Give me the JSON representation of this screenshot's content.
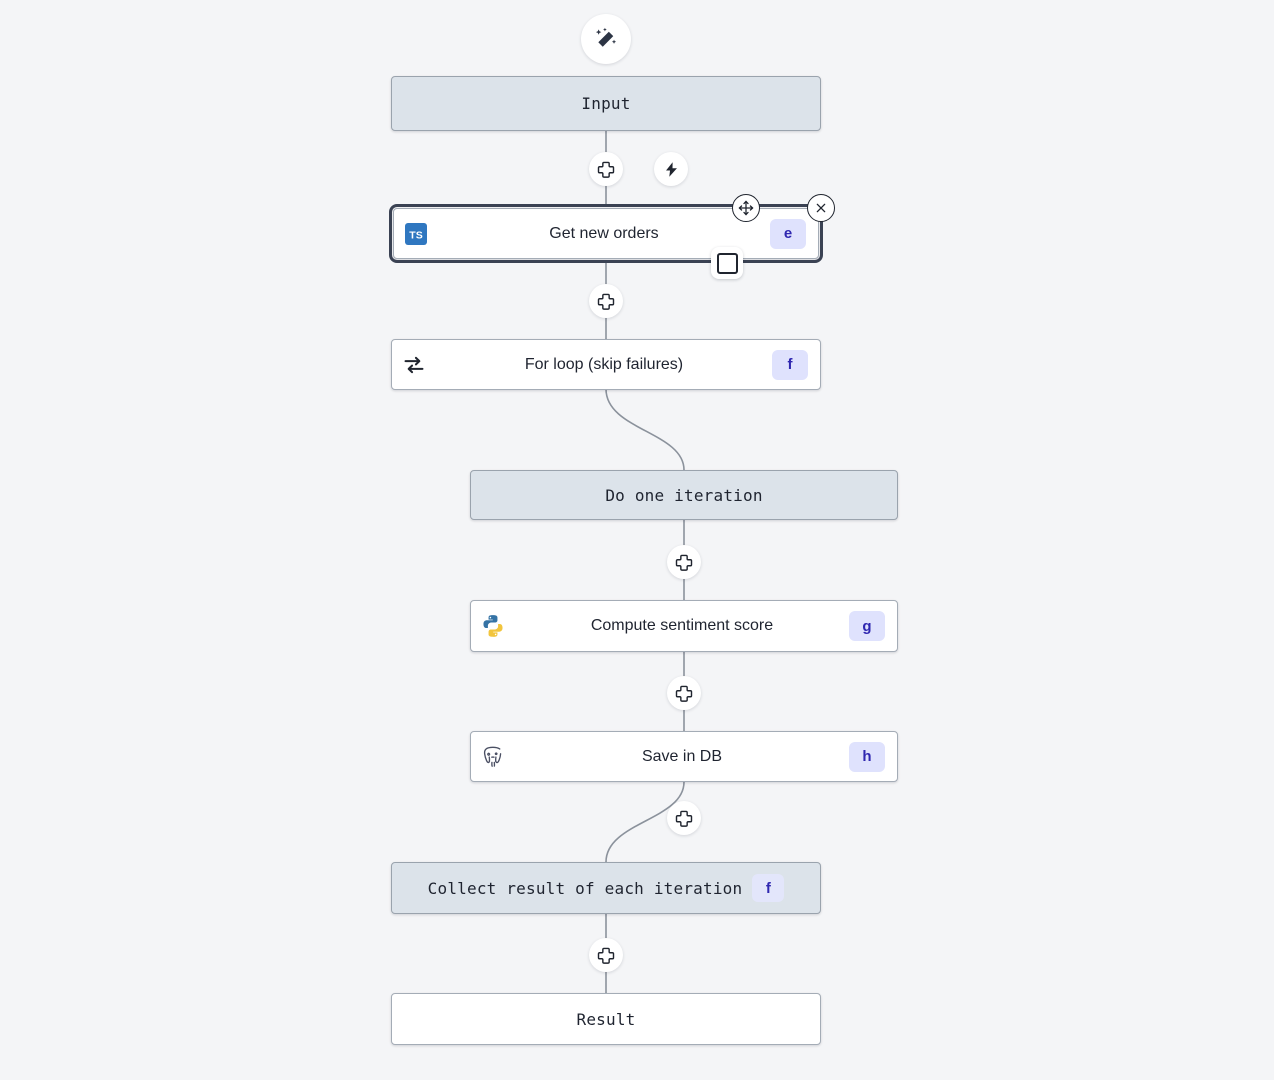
{
  "canvas": {
    "background": "#f4f5f7",
    "accent_badge_bg": "#dfe2fd",
    "accent_badge_fg": "#2f27b0",
    "tinted_node_bg": "#dce3ea",
    "node_border": "#9aa3ad",
    "edge_color": "#8b929c",
    "selection_color": "#3a4253"
  },
  "toolbar": {
    "ai_generate_label": "ai-magic-wand",
    "add_step_label": "add-step",
    "trigger_label": "trigger-bolt"
  },
  "nodes": [
    {
      "id": "input",
      "label": "Input",
      "style": "tinted",
      "font": "mono",
      "icon": null,
      "badge": null
    },
    {
      "id": "get-new-orders",
      "label": "Get new orders",
      "style": "white",
      "font": "sans",
      "icon": "typescript-icon",
      "badge": "e",
      "selected": true
    },
    {
      "id": "for-loop",
      "label": "For loop (skip failures)",
      "style": "white",
      "font": "sans",
      "icon": "loop-icon",
      "badge": "f"
    },
    {
      "id": "do-one-iteration",
      "label": "Do one iteration",
      "style": "tinted",
      "font": "mono",
      "icon": null,
      "badge": null
    },
    {
      "id": "compute-sentiment",
      "label": "Compute sentiment score",
      "style": "white",
      "font": "sans",
      "icon": "python-icon",
      "badge": "g"
    },
    {
      "id": "save-in-db",
      "label": "Save in DB",
      "style": "white",
      "font": "sans",
      "icon": "postgres-icon",
      "badge": "h"
    },
    {
      "id": "collect-result",
      "label": "Collect result of each iteration",
      "style": "tinted",
      "font": "mono",
      "icon": null,
      "badge": "f"
    },
    {
      "id": "result",
      "label": "Result",
      "style": "white",
      "font": "mono",
      "icon": null,
      "badge": null
    }
  ],
  "selection": {
    "node": "get-new-orders",
    "move_handle": "move-handle",
    "close_handle": "close-handle",
    "resize_handle": "resize-handle"
  },
  "add_buttons": [
    {
      "id": "add-after-input"
    },
    {
      "id": "add-after-get-new-orders"
    },
    {
      "id": "add-after-do-one-iteration"
    },
    {
      "id": "add-after-compute-sentiment"
    },
    {
      "id": "add-after-save-in-db"
    },
    {
      "id": "add-after-collect-result"
    }
  ]
}
